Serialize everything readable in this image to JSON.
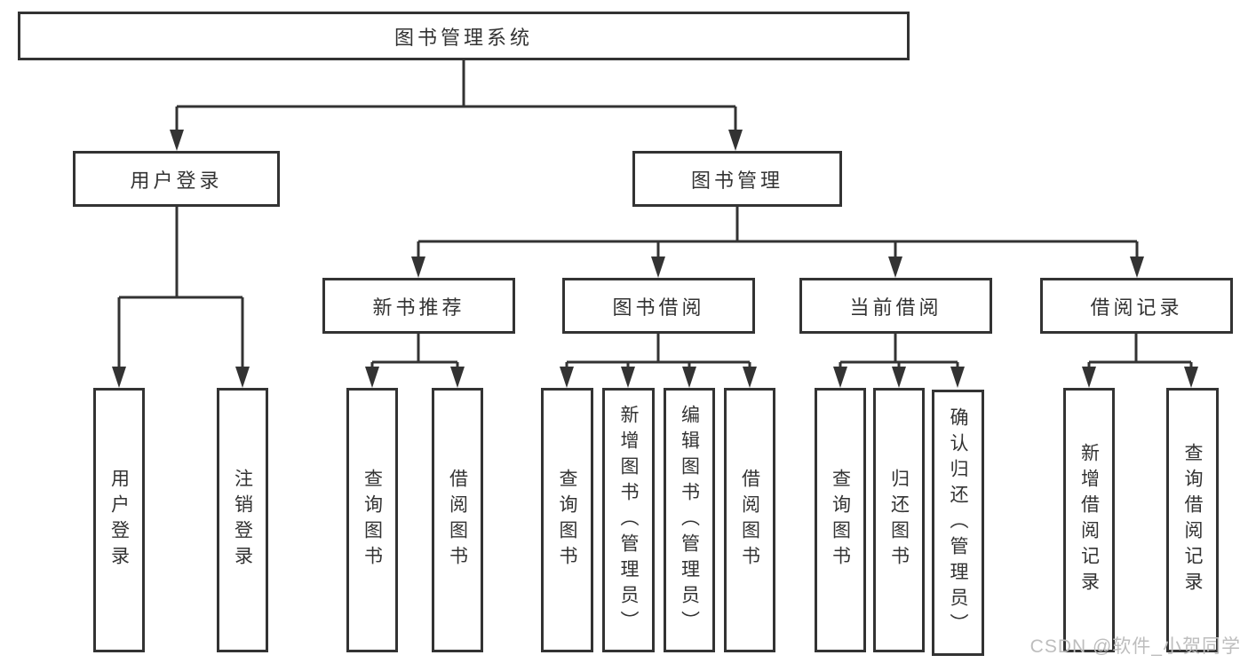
{
  "tree": {
    "root": {
      "label": "图书管理系统"
    },
    "branches": [
      {
        "label": "用户登录",
        "children": [
          "用户登录",
          "注销登录"
        ]
      },
      {
        "label": "图书管理",
        "children": [
          {
            "label": "新书推荐",
            "children": [
              "查询图书",
              "借阅图书"
            ]
          },
          {
            "label": "图书借阅",
            "children": [
              "查询图书",
              "新增图书（管理员）",
              "编辑图书（管理员）",
              "借阅图书"
            ]
          },
          {
            "label": "当前借阅",
            "children": [
              "查询图书",
              "归还图书",
              "确认归还（管理员）"
            ]
          },
          {
            "label": "借阅记录",
            "children": [
              "新增借阅记录",
              "查询借阅记录"
            ]
          }
        ]
      }
    ]
  },
  "watermark": "CSDN @软件_小贺同学",
  "colors": {
    "line": "#333333",
    "box_border": "#333333",
    "text": "#333333",
    "box_background": "#ffffff",
    "background": "#ffffff",
    "watermark": "#bdbdbd"
  }
}
